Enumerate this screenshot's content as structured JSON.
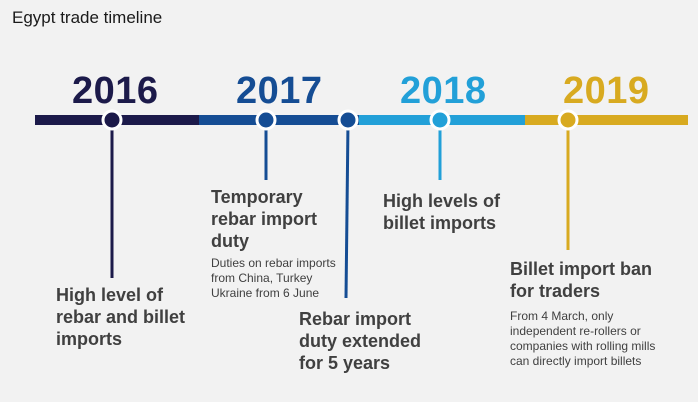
{
  "title": "Egypt trade timeline",
  "colors": {
    "y2016": "#1c1a4a",
    "y2017": "#154d94",
    "y2018": "#22a0d8",
    "y2019": "#d8aa20"
  },
  "years": [
    "2016",
    "2017",
    "2018",
    "2019"
  ],
  "events": [
    {
      "heading": "High level of rebar and billet imports",
      "detail": ""
    },
    {
      "heading": "Temporary rebar import duty",
      "detail": "Duties on rebar imports from China, Turkey Ukraine from 6 June"
    },
    {
      "heading": "Rebar import duty extended for 5 years",
      "detail": ""
    },
    {
      "heading": "High levels of billet imports",
      "detail": ""
    },
    {
      "heading": "Billet import ban for traders",
      "detail": "From 4 March, only independent re-rollers or companies with rolling mills can directly import billets"
    }
  ]
}
